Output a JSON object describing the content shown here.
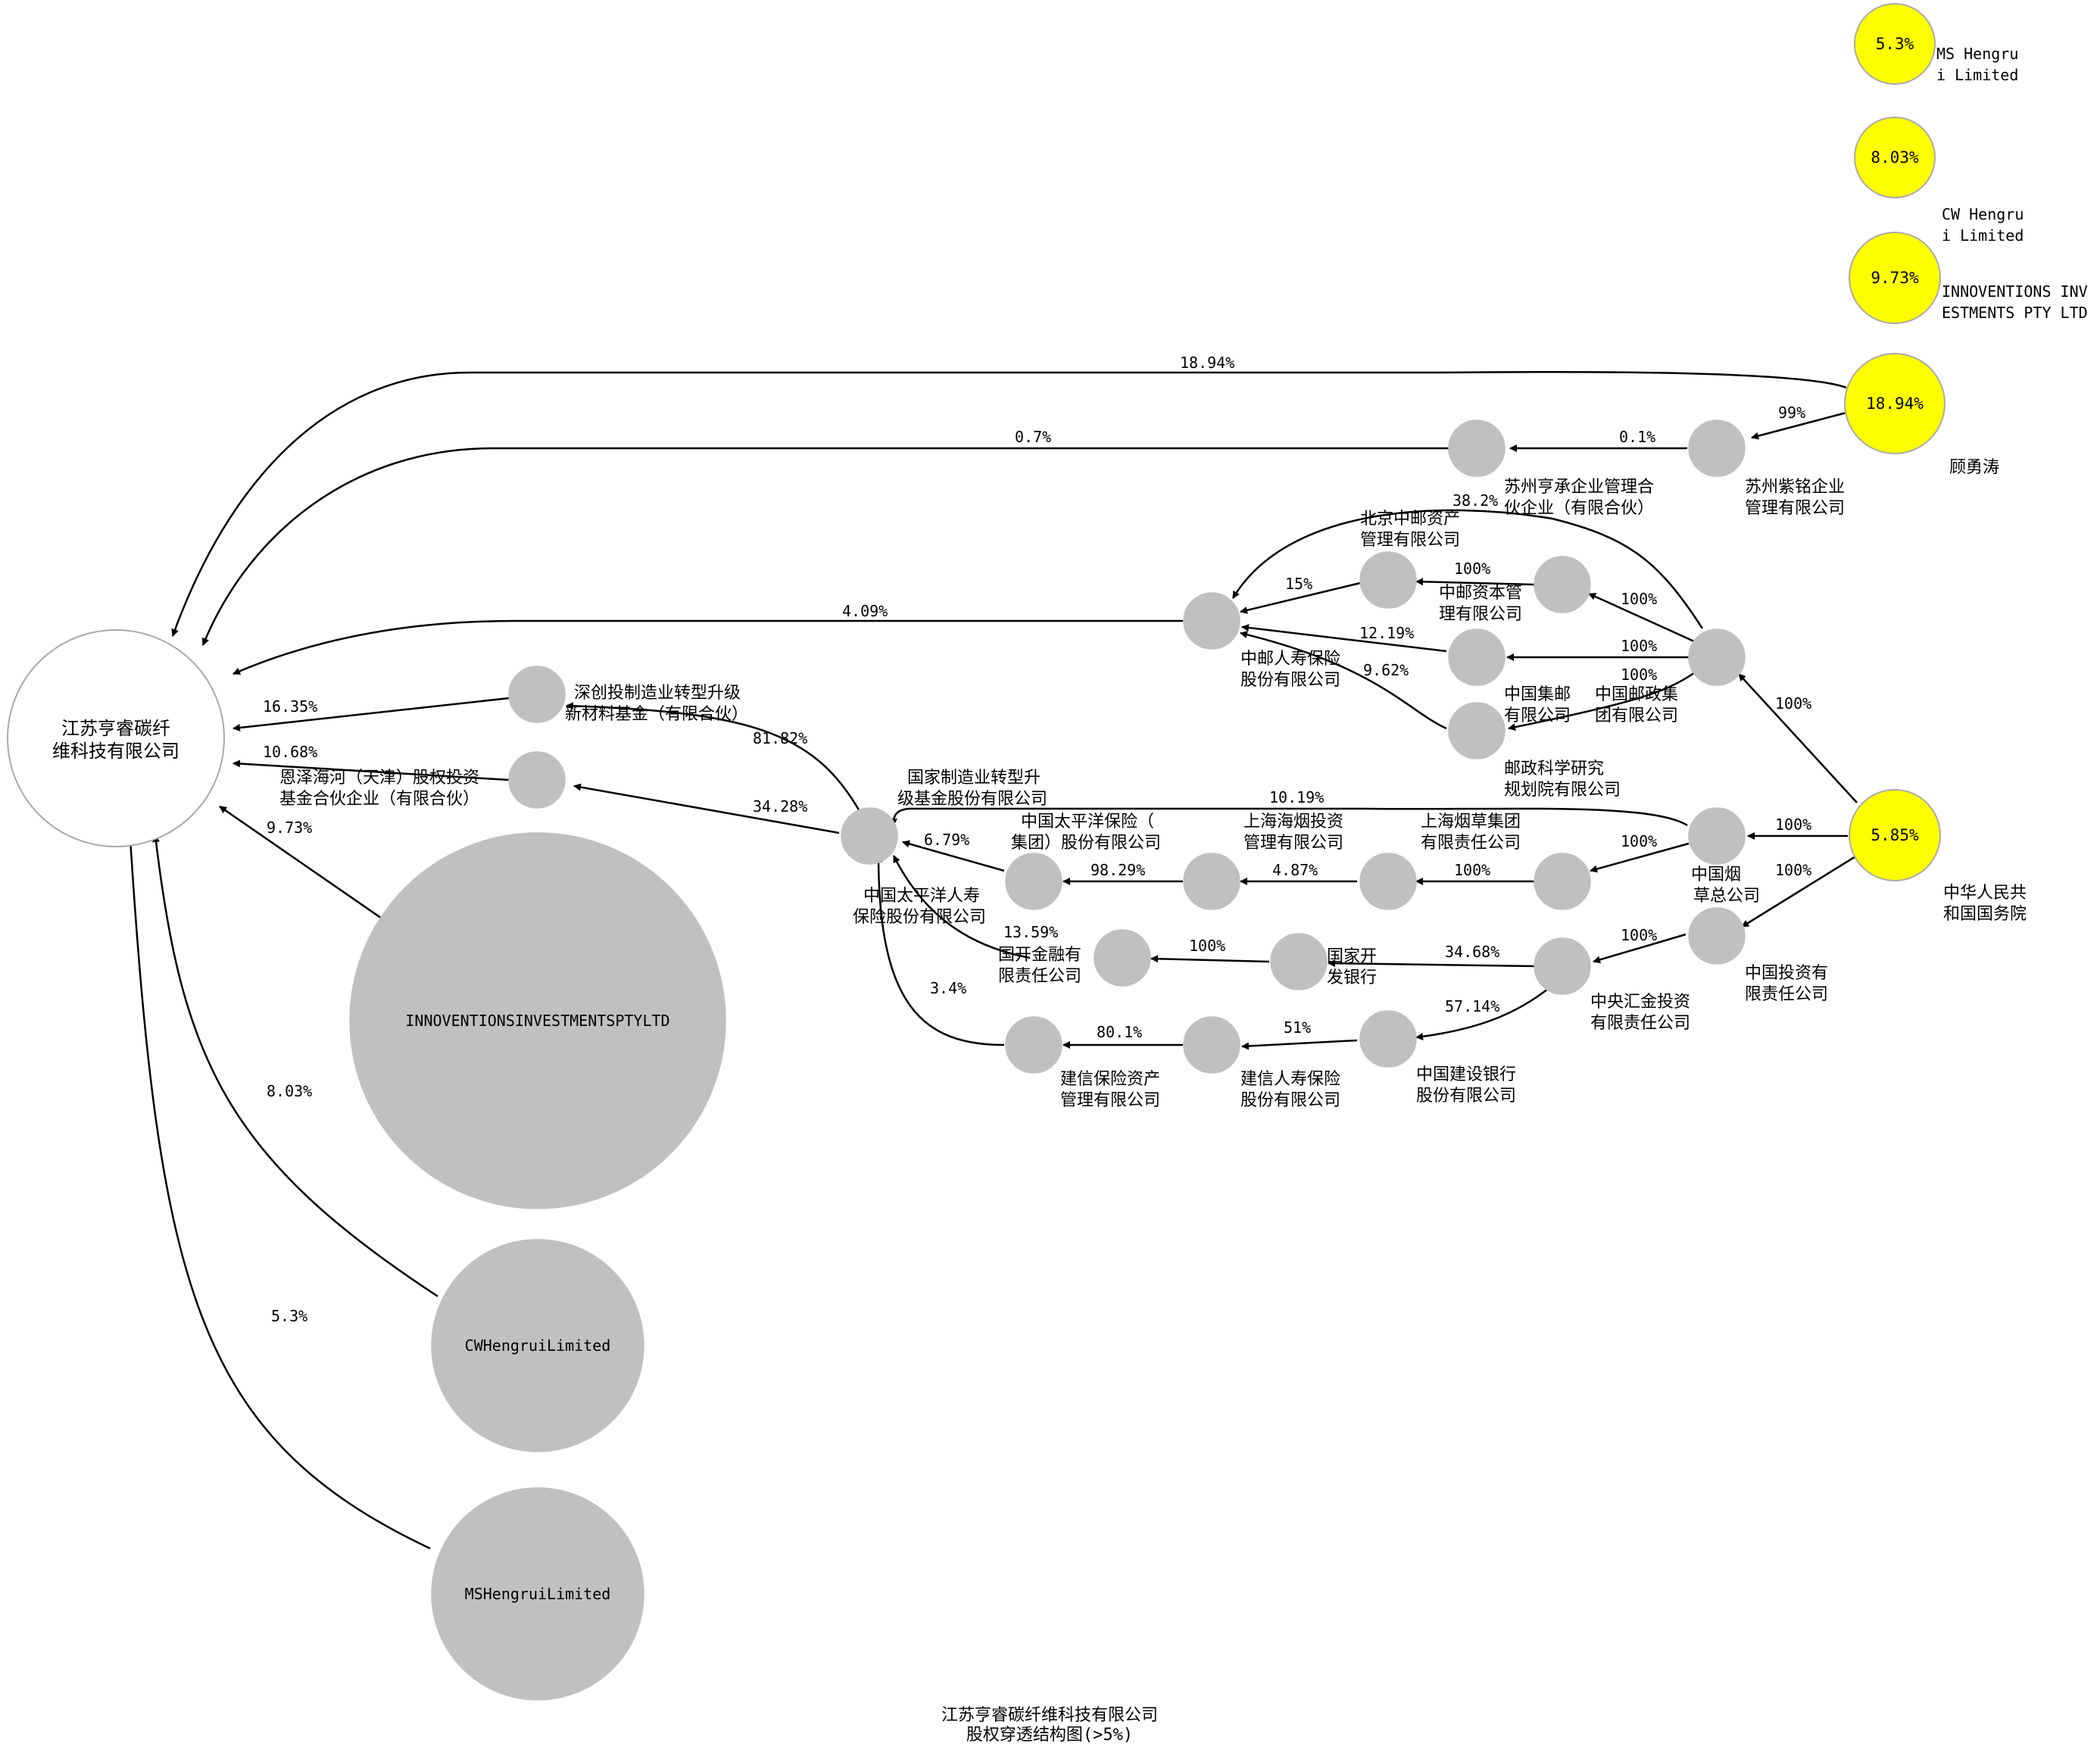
{
  "colors": {
    "node": "#c0c0c0",
    "ultimate_holder": "#ffff00",
    "root": "#ffffff",
    "edge": "#000000"
  },
  "title": [
    "江苏亨睿碳纤维科技有限公司",
    "股权穿透结构图(>5%)"
  ],
  "nodes": {
    "root": [
      "江苏亨睿碳纤",
      "维科技有限公司"
    ],
    "ms_y": {
      "value": "5.3%",
      "label": [
        "MS Hengru",
        "i Limited"
      ]
    },
    "cw_y": {
      "value": "8.03%",
      "label": [
        "CW Hengru",
        "i Limited"
      ]
    },
    "inno_y": {
      "value": "9.73%",
      "label": [
        "INNOVENTIONS INV",
        "ESTMENTS PTY LTD"
      ]
    },
    "gyt": {
      "value": "18.94%",
      "label": [
        "顾勇涛"
      ]
    },
    "gov": {
      "value": "5.85%",
      "label": [
        "中华人民共",
        "和国国务院"
      ]
    },
    "suzhou_hc": [
      "苏州亨承企业管理合",
      "伙企业（有限合伙）"
    ],
    "suzhou_zm": [
      "苏州紫铭企业",
      "管理有限公司"
    ],
    "bj_zy": [
      "北京中邮资产",
      "管理有限公司"
    ],
    "zy_capital": [
      "中邮资本管",
      "理有限公司"
    ],
    "zy_life": [
      "中邮人寿保险",
      "股份有限公司"
    ],
    "cn_jiyou": [
      "中国集邮",
      "有限公司"
    ],
    "cn_post": [
      "中国邮政集",
      "团有限公司"
    ],
    "post_research": [
      "邮政科学研究",
      "规划院有限公司"
    ],
    "sc_fund": [
      "深创投制造业转型升级",
      "新材料基金（有限合伙）"
    ],
    "ez_fund": [
      "恩泽海河（天津）股权投资",
      "基金合伙企业（有限合伙）"
    ],
    "national_fund": [
      "国家制造业转型升",
      "级基金股份有限公司"
    ],
    "cpic_group": [
      "中国太平洋保险（",
      "集团）股份有限公司"
    ],
    "sh_hy": [
      "上海海烟投资",
      "管理有限公司"
    ],
    "sh_tobacco": [
      "上海烟草集团",
      "有限责任公司"
    ],
    "cn_tobacco": [
      "中国烟",
      "草总公司"
    ],
    "cpic_life": [
      "中国太平洋人寿",
      "保险股份有限公司"
    ],
    "cdb_fin": [
      "国开金融有",
      "限责任公司"
    ],
    "cdb": [
      "国家开",
      "发银行"
    ],
    "huijin": [
      "中央汇金投资",
      "有限责任公司"
    ],
    "cn_invest": [
      "中国投资有",
      "限责任公司"
    ],
    "ccb_am": [
      "建信保险资产",
      "管理有限公司"
    ],
    "ccb_life": [
      "建信人寿保险",
      "股份有限公司"
    ],
    "ccb": [
      "中国建设银行",
      "股份有限公司"
    ],
    "inno_big": "INNOVENTIONSINVESTMENTSPTYLTD",
    "cw_big": "CWHengruiLimited",
    "ms_big": "MSHengruiLimited"
  },
  "edges": {
    "gyt_root": "18.94%",
    "hc_root": "0.7%",
    "zm_hc": "0.1%",
    "gyt_zm": "99%",
    "zylife_root": "4.09%",
    "sc_root": "16.35%",
    "ez_root": "10.68%",
    "inno_root": "9.73%",
    "cw_root": "8.03%",
    "ms_root": "5.3%",
    "post_bjzy": "38.2%",
    "bjzy_zylife": "15%",
    "capital_bjzy": "100%",
    "post_capital": "100%",
    "jiyou_zylife": "12.19%",
    "post_jiyou": "100%",
    "research_zylife": "9.62%",
    "post_research": "100%",
    "gov_post": "100%",
    "natfund_sc": "81.82%",
    "natfund_ez": "34.28%",
    "tobacco_natfund": "10.19%",
    "gov_tobacco": "100%",
    "cpicgroup_natfund": "6.79%",
    "shhy_cpicgroup": "98.29%",
    "shtobacco_shhy": "4.87%",
    "cntobacco_shtobacco": "100%",
    "shtobacco_mid": "100%",
    "cpiclife_natfund": "13.59%",
    "cdb_cdbfin": "100%",
    "huijin_cdb": "34.68%",
    "invest_huijin": "100%",
    "gov_invest": "100%",
    "ccbam_natfund": "3.4%",
    "ccblife_ccbam": "80.1%",
    "ccb_ccblife": "51%",
    "huijin_ccb": "57.14%"
  }
}
